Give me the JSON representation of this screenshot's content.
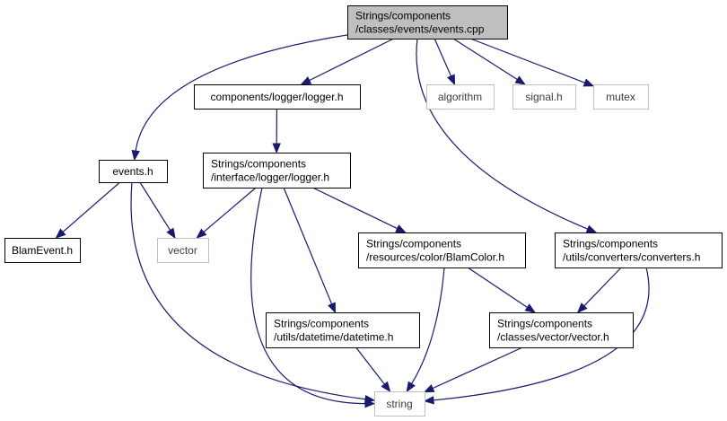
{
  "colors": {
    "root_fill": "#bfbfbf",
    "node_fill": "#ffffff",
    "node_border": "#000000",
    "external_border": "#bfbfbf",
    "edge": "#191970"
  },
  "nodes": {
    "events_cpp": {
      "lines": [
        "Strings/components",
        "/classes/events/events.cpp"
      ],
      "kind": "root"
    },
    "logger_h": {
      "lines": [
        "components/logger/logger.h"
      ],
      "kind": "local"
    },
    "algorithm": {
      "lines": [
        "algorithm"
      ],
      "kind": "external"
    },
    "signal_h": {
      "lines": [
        "signal.h"
      ],
      "kind": "external"
    },
    "mutex": {
      "lines": [
        "mutex"
      ],
      "kind": "external"
    },
    "events_h": {
      "lines": [
        "events.h"
      ],
      "kind": "local"
    },
    "iface_logger_h": {
      "lines": [
        "Strings/components",
        "/interface/logger/logger.h"
      ],
      "kind": "local"
    },
    "blamevent_h": {
      "lines": [
        "BlamEvent.h"
      ],
      "kind": "local"
    },
    "vector": {
      "lines": [
        "vector"
      ],
      "kind": "external"
    },
    "blamcolor_h": {
      "lines": [
        "Strings/components",
        "/resources/color/BlamColor.h"
      ],
      "kind": "local"
    },
    "converters_h": {
      "lines": [
        "Strings/components",
        "/utils/converters/converters.h"
      ],
      "kind": "local"
    },
    "datetime_h": {
      "lines": [
        "Strings/components",
        "/utils/datetime/datetime.h"
      ],
      "kind": "local"
    },
    "vector_h": {
      "lines": [
        "Strings/components",
        "/classes/vector/vector.h"
      ],
      "kind": "local"
    },
    "string": {
      "lines": [
        "string"
      ],
      "kind": "external"
    }
  },
  "edges": [
    [
      "events_cpp",
      "logger_h"
    ],
    [
      "events_cpp",
      "algorithm"
    ],
    [
      "events_cpp",
      "signal_h"
    ],
    [
      "events_cpp",
      "mutex"
    ],
    [
      "events_cpp",
      "events_h"
    ],
    [
      "events_cpp",
      "converters_h"
    ],
    [
      "logger_h",
      "iface_logger_h"
    ],
    [
      "events_h",
      "blamevent_h"
    ],
    [
      "events_h",
      "vector"
    ],
    [
      "events_h",
      "string"
    ],
    [
      "iface_logger_h",
      "vector"
    ],
    [
      "iface_logger_h",
      "string"
    ],
    [
      "iface_logger_h",
      "datetime_h"
    ],
    [
      "iface_logger_h",
      "blamcolor_h"
    ],
    [
      "blamcolor_h",
      "string"
    ],
    [
      "blamcolor_h",
      "vector_h"
    ],
    [
      "converters_h",
      "vector_h"
    ],
    [
      "converters_h",
      "string"
    ],
    [
      "datetime_h",
      "string"
    ],
    [
      "vector_h",
      "string"
    ]
  ]
}
